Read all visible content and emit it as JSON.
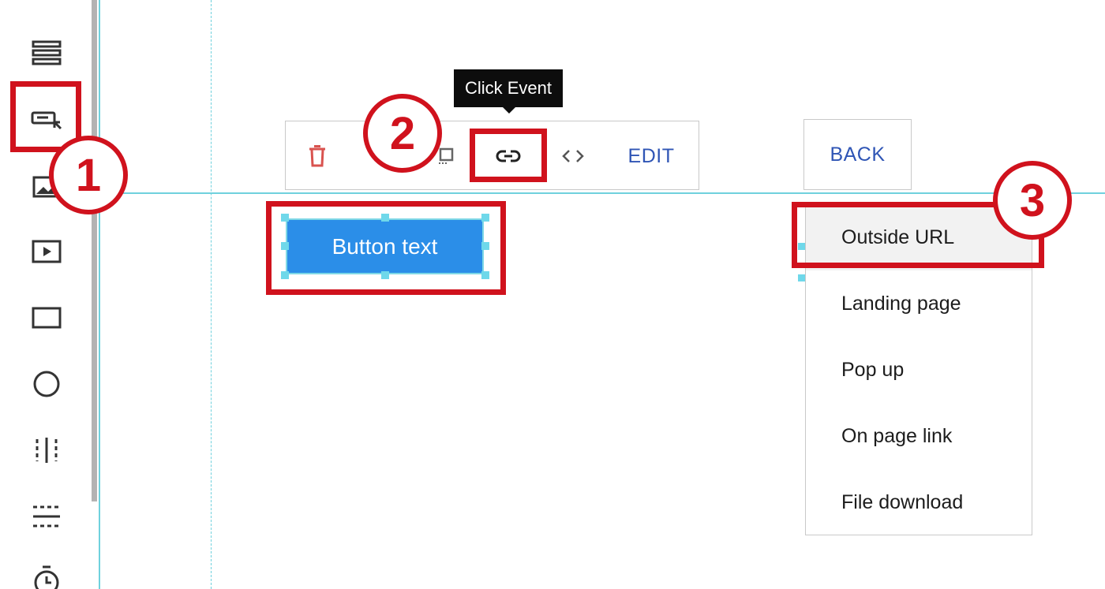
{
  "sidebar": {
    "tools": [
      {
        "icon": "rows-icon",
        "label": "Rows"
      },
      {
        "icon": "button-element-icon",
        "label": "Button"
      },
      {
        "icon": "image-element-icon",
        "label": "Image"
      },
      {
        "icon": "video-element-icon",
        "label": "Video"
      },
      {
        "icon": "rectangle-shape-icon",
        "label": "Box"
      },
      {
        "icon": "circle-shape-icon",
        "label": "Circle"
      },
      {
        "icon": "column-divider-icon",
        "label": "Columns"
      },
      {
        "icon": "horizontal-divider-icon",
        "label": "Divider"
      },
      {
        "icon": "timer-icon",
        "label": "Timer"
      }
    ]
  },
  "toolbar": {
    "tooltip": "Click Event",
    "edit_label": "EDIT",
    "back_label": "BACK"
  },
  "canvas": {
    "button_text": "Button text"
  },
  "dropdown": {
    "items": [
      "Outside URL",
      "Landing page",
      "Pop up",
      "On page link",
      "File download"
    ],
    "active_index": 0
  },
  "annotations": {
    "step1": "1",
    "step2": "2",
    "step3": "3"
  },
  "colors": {
    "accent_blue": "#2f55b5",
    "button_blue": "#2b8ee8",
    "annotation_red": "#d0121d",
    "guide_cyan": "#6fd1dd",
    "delete_red": "#d9534f"
  }
}
